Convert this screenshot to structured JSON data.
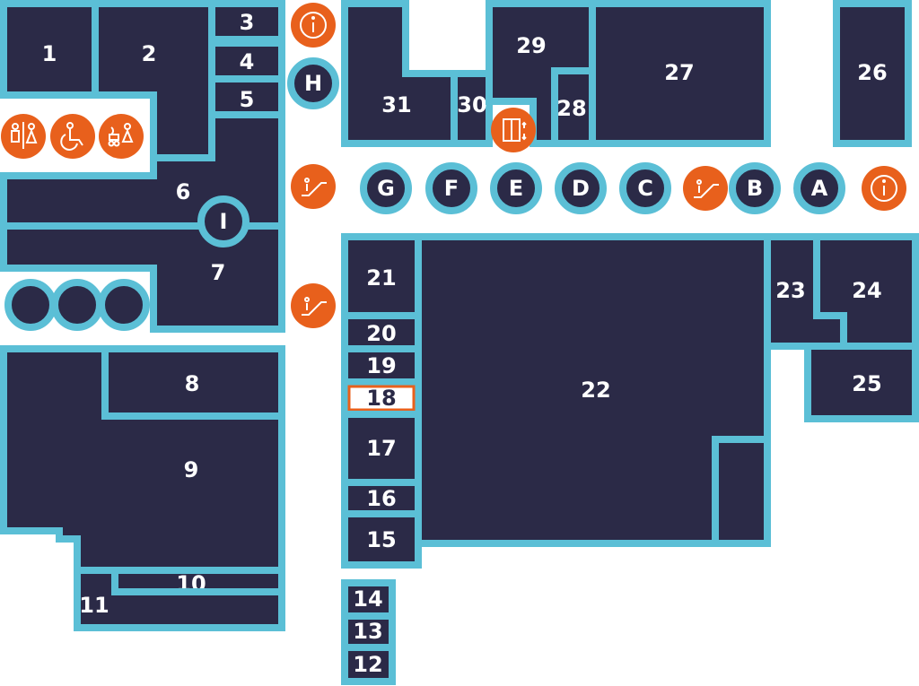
{
  "colors": {
    "shop": "#2b2a47",
    "outline": "#5bbfd6",
    "facility": "#e8601c",
    "selected_outline": "#e8601c"
  },
  "selected_shop": "18",
  "shops": [
    "1",
    "2",
    "3",
    "4",
    "5",
    "6",
    "7",
    "8",
    "9",
    "10",
    "11",
    "12",
    "13",
    "14",
    "15",
    "16",
    "17",
    "18",
    "19",
    "20",
    "21",
    "22",
    "23",
    "24",
    "25",
    "26",
    "27",
    "28",
    "29",
    "30",
    "31"
  ],
  "gates": [
    "A",
    "B",
    "C",
    "D",
    "E",
    "F",
    "G",
    "H",
    "I"
  ],
  "facilities": [
    "toilets-icon",
    "accessible-icon",
    "baby-change-icon",
    "info-icon",
    "escalator-icon",
    "elevator-icon"
  ]
}
